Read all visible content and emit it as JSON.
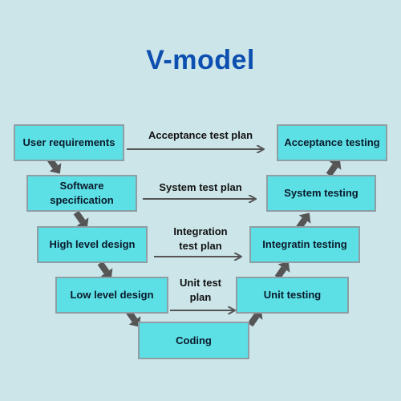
{
  "title": "V-model",
  "left_boxes": [
    "User requirements",
    "Software specification",
    "High level design",
    "Low level design"
  ],
  "bottom_box": "Coding",
  "right_boxes": [
    "Acceptance testing",
    "System testing",
    "Integratin testing",
    "Unit testing"
  ],
  "plans": [
    "Acceptance test plan",
    "System test plan",
    "Integration test plan",
    "Unit test plan"
  ],
  "colors": {
    "box": "#5ce0e6",
    "box_border": "#8d9ea4",
    "background": "#cce5e9",
    "title": "#0d4fb0",
    "arrow": "#555555"
  }
}
